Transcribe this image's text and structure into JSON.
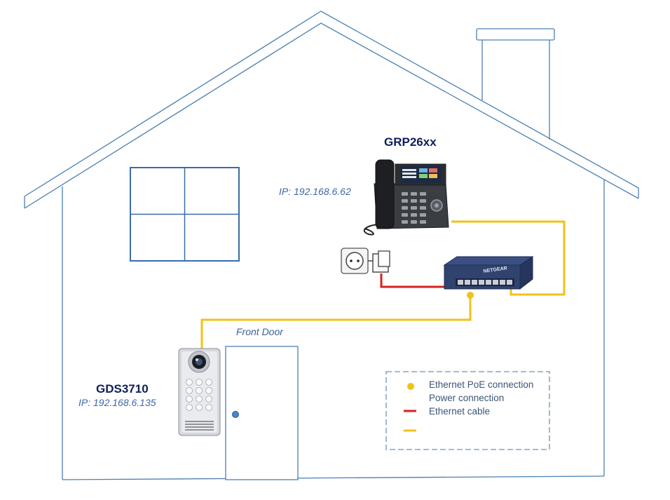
{
  "devices": {
    "phone": {
      "title": "GRP26xx",
      "ip": "IP: 192.168.6.62"
    },
    "door_station": {
      "title": "GDS3710",
      "ip": "IP: 192.168.6.135"
    },
    "switch": {
      "brand": "NETGEAR"
    }
  },
  "door": {
    "label": "Front Door"
  },
  "legend": {
    "items": [
      {
        "text": "Ethernet PoE connection"
      },
      {
        "text": "Power connection"
      },
      {
        "text": "Ethernet cable"
      }
    ]
  },
  "colors": {
    "house_outline": "#4a7fb0",
    "poe_line": "#f2c21a",
    "power_line": "#d9201f",
    "legend_border": "#6b93bd"
  }
}
